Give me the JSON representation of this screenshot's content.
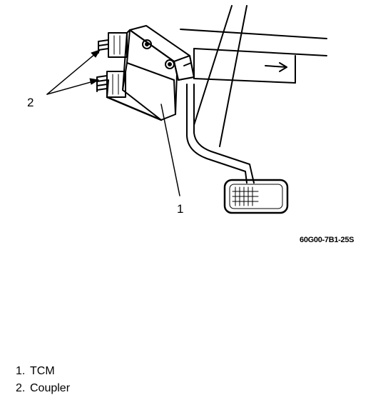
{
  "diagram": {
    "callouts": [
      {
        "number": "1",
        "target": "tcm"
      },
      {
        "number": "2",
        "target": "coupler"
      }
    ],
    "figure_code": "60G00-7B1-25S"
  },
  "legend": {
    "items": [
      {
        "number": "1.",
        "label": "TCM"
      },
      {
        "number": "2.",
        "label": "Coupler"
      }
    ]
  },
  "colors": {
    "ink": "#000000",
    "paper": "#ffffff"
  }
}
